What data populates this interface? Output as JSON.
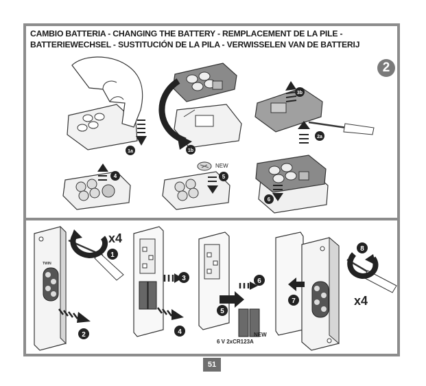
{
  "header": {
    "title_line1": "CAMBIO BATTERIA - CHANGING THE BATTERY - REMPLACEMENT DE LA PILE -",
    "title_line2": "BATTERIEWECHSEL - SUSTITUCIÓN DE LA PILA - VERWISSELEN VAN DE BATTERIJ",
    "section_number": "2"
  },
  "top_steps": {
    "s1a": "1a",
    "s1b": "1b",
    "s2a": "2a",
    "s3b": "3b",
    "s4": "4",
    "s5": "5",
    "s6": "6",
    "new_label": "NEW"
  },
  "bottom_steps": {
    "x4_top": "x4",
    "s1": "1",
    "s2": "2",
    "s3": "3",
    "s4": "4",
    "s5": "5",
    "s6": "6",
    "s7": "7",
    "s8": "8",
    "x4_bottom": "x4",
    "new_label": "NEW",
    "battery_spec": "6 V  2xCR123A",
    "brand": "TWIN"
  },
  "footer": {
    "page_number": "51"
  }
}
